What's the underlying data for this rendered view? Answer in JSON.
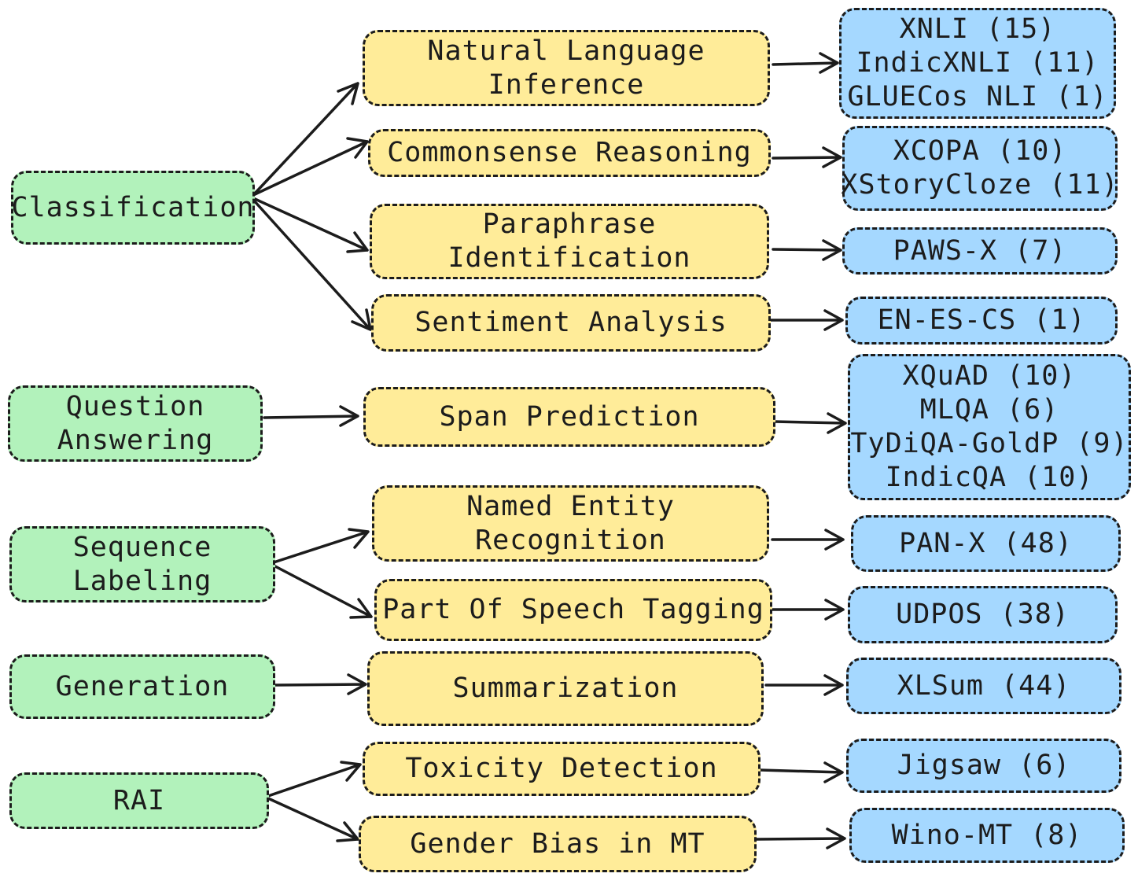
{
  "colors": {
    "category": "#b2f2bb",
    "task": "#ffec99",
    "dataset": "#a5d8ff",
    "stroke": "#1c1c1c"
  },
  "categories": {
    "classification": "Classification",
    "qa_line1": "Question",
    "qa_line2": "Answering",
    "seq_line1": "Sequence",
    "seq_line2": "Labeling",
    "generation": "Generation",
    "rai": "RAI"
  },
  "tasks": {
    "nli_line1": "Natural Language",
    "nli_line2": "Inference",
    "commonsense": "Commonsense Reasoning",
    "para_line1": "Paraphrase",
    "para_line2": "Identification",
    "sentiment": "Sentiment Analysis",
    "span": "Span Prediction",
    "ner_line1": "Named Entity",
    "ner_line2": "Recognition",
    "pos": "Part Of Speech Tagging",
    "summarization": "Summarization",
    "toxicity": "Toxicity Detection",
    "gender_bias": "Gender Bias in MT"
  },
  "datasets": {
    "nli": [
      "XNLI (15)",
      "IndicXNLI (11)",
      "GLUECos NLI (1)"
    ],
    "commonsense": [
      "XCOPA (10)",
      "XStoryCloze (11)"
    ],
    "paraphrase": [
      "PAWS-X (7)"
    ],
    "sentiment": [
      "EN-ES-CS (1)"
    ],
    "span": [
      "XQuAD (10)",
      "MLQA (6)",
      "TyDiQA-GoldP (9)",
      "IndicQA (10)"
    ],
    "ner": [
      "PAN-X (48)"
    ],
    "pos": [
      "UDPOS (38)"
    ],
    "summarization": [
      "XLSum (44)"
    ],
    "toxicity": [
      "Jigsaw (6)"
    ],
    "gender_bias": [
      "Wino-MT (8)"
    ]
  }
}
